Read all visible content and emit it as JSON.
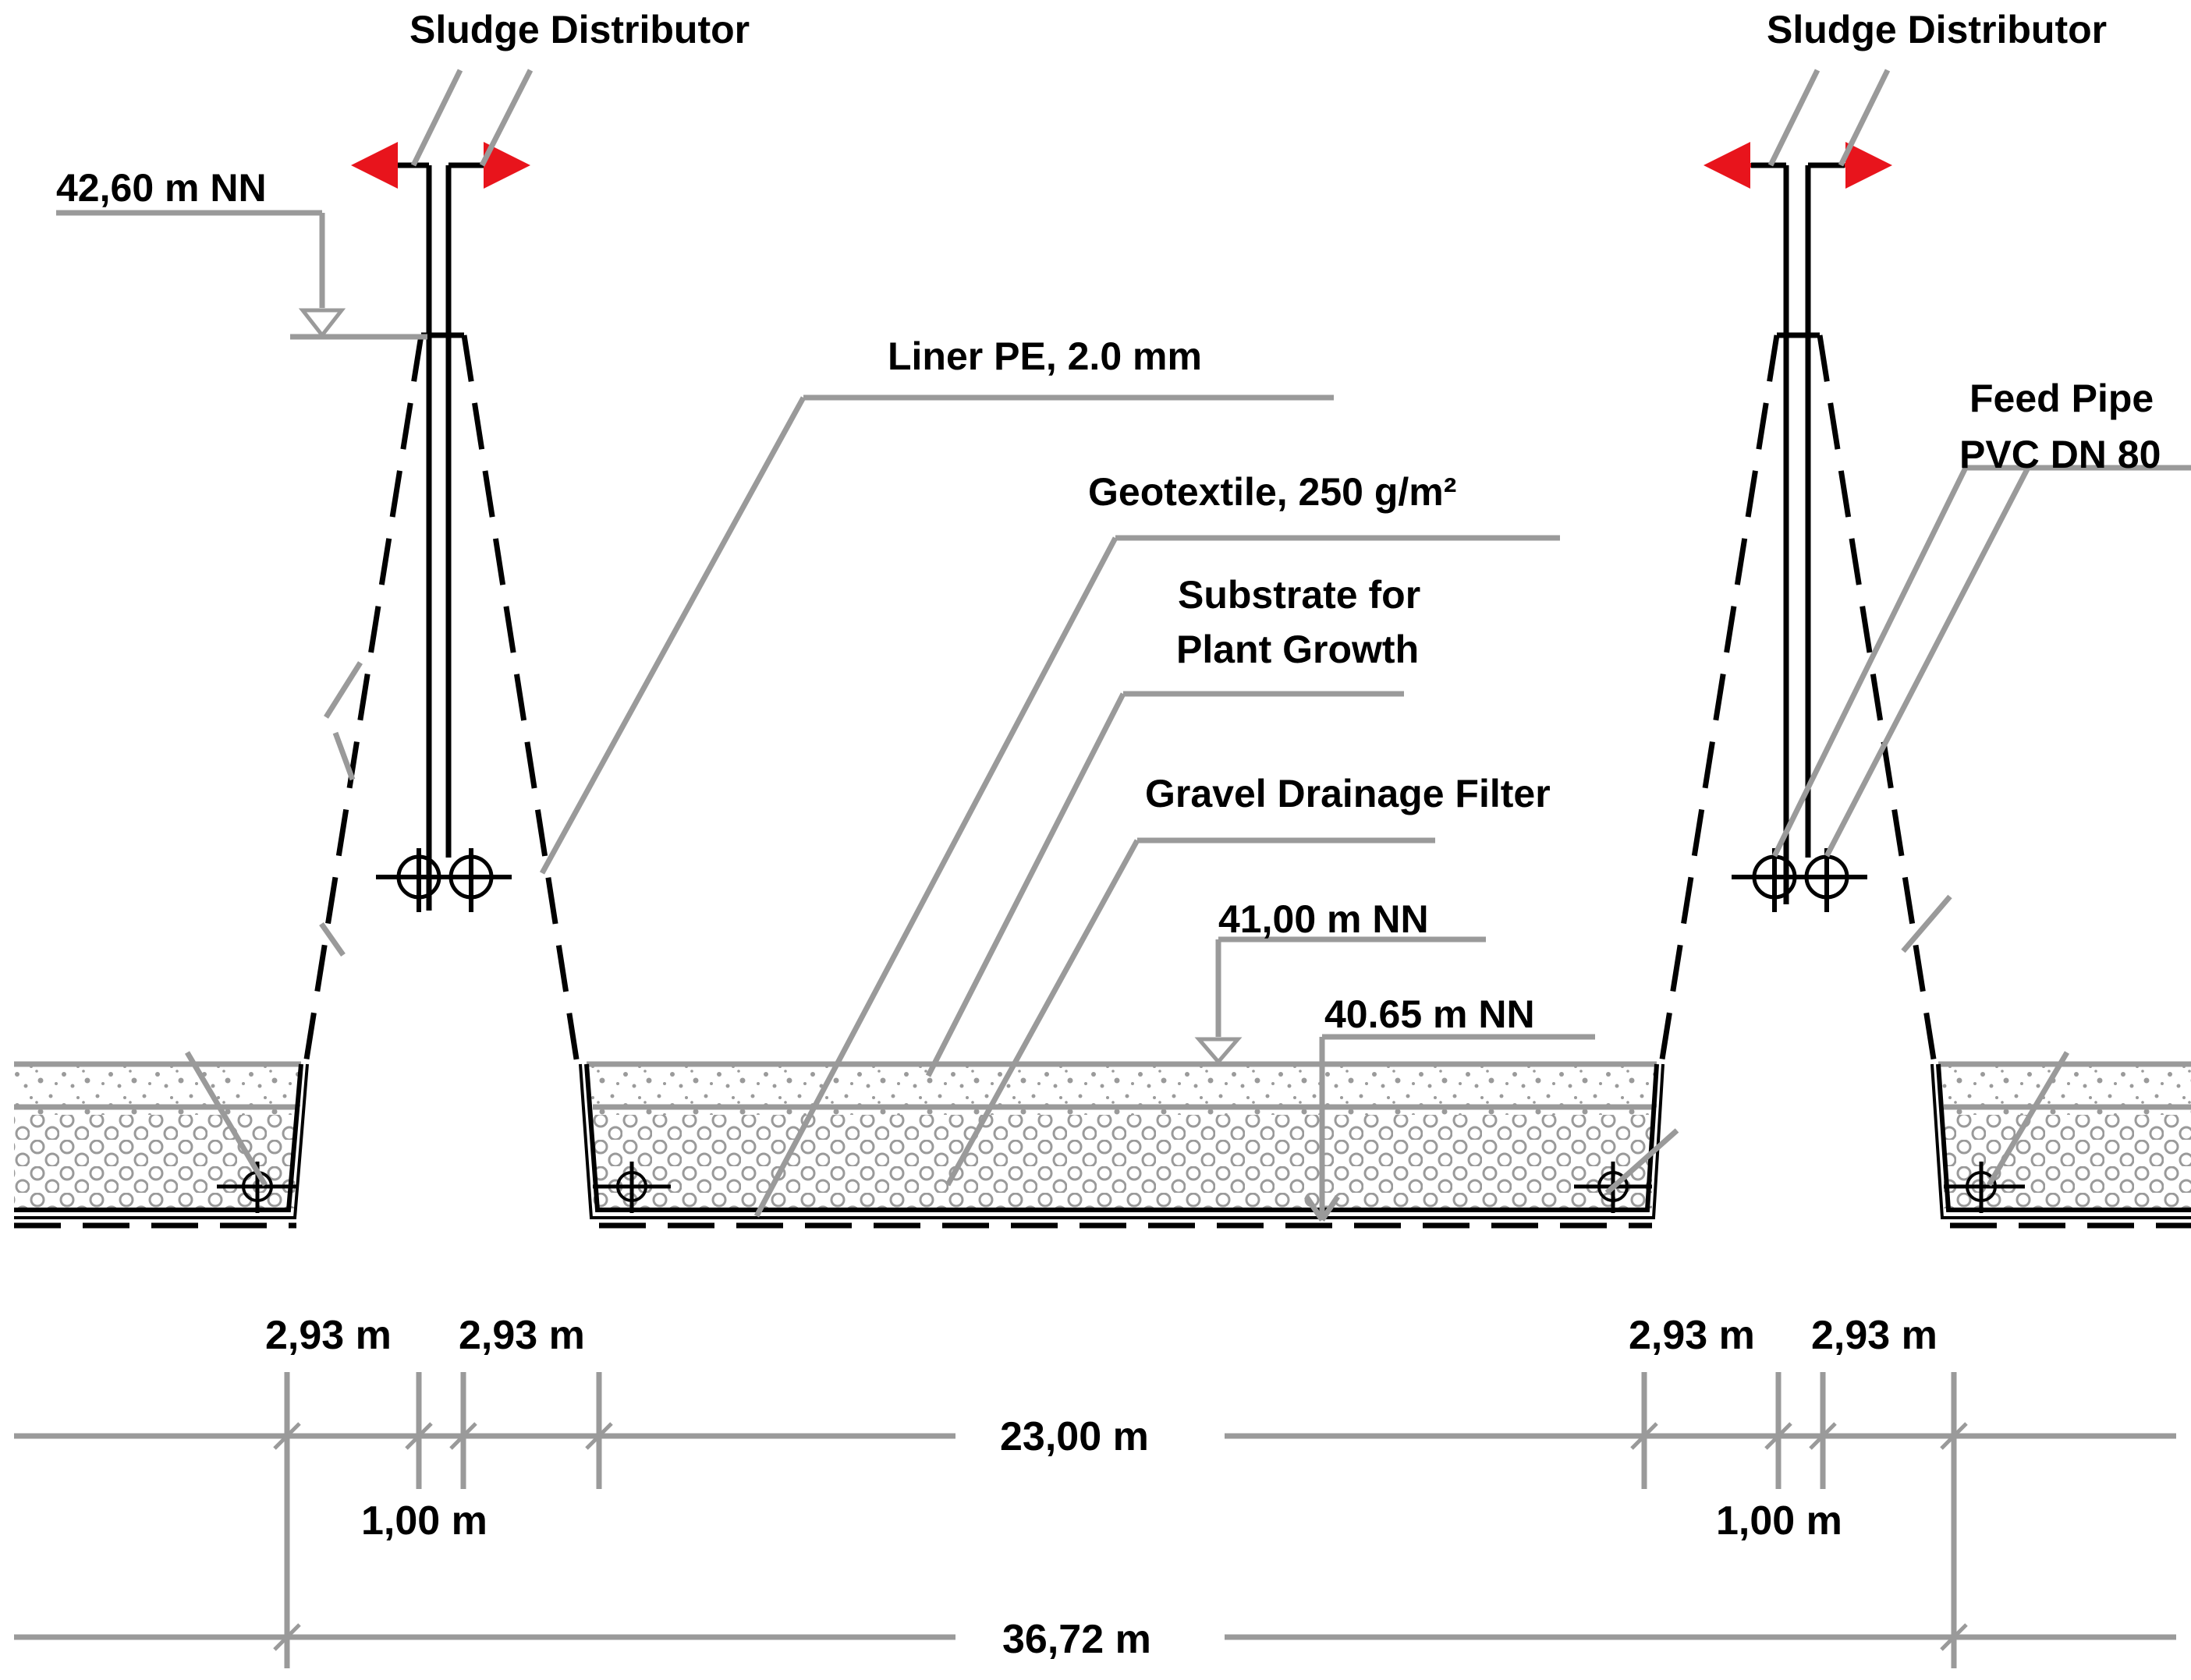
{
  "labels": {
    "sludge_left": "Sludge Distributor",
    "sludge_right": "Sludge Distributor",
    "level_top": "42,60  m  NN",
    "liner": "Liner PE, 2.0 mm",
    "geotextile": "Geotextile, 250 g/m²",
    "substrate_line1": "Substrate for",
    "substrate_line2": "Plant Growth",
    "gravel": "Gravel Drainage Filter",
    "feed_line1": "Feed Pipe",
    "feed_line2": "PVC DN 80",
    "level_41": "41,00  m  NN",
    "level_4065": "40.65  m  NN"
  },
  "dimensions": {
    "left_a": "2,93  m",
    "left_b": "2,93  m",
    "left_c": "1,00  m",
    "right_a": "2,93  m",
    "right_b": "2,93  m",
    "right_c": "1,00  m",
    "span_inner": "23,00  m",
    "span_total": "36,72  m"
  },
  "colors": {
    "dimension_line": "#9a9a9a",
    "arrow": "#e8141c",
    "structure": "#000000",
    "aggregate": "#9a9a9a"
  }
}
